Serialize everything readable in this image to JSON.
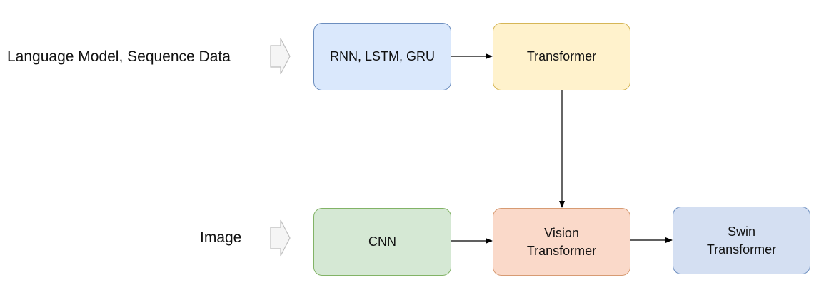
{
  "inputs": {
    "language": "Language Model, Sequence Data",
    "image": "Image"
  },
  "nodes": {
    "rnn": "RNN, LSTM, GRU",
    "transformer": "Transformer",
    "cnn": "CNN",
    "vit": "Vision\nTransformer",
    "swin": "Swin\nTransformer"
  },
  "edges": [
    {
      "from": "rnn",
      "to": "transformer"
    },
    {
      "from": "transformer",
      "to": "vit"
    },
    {
      "from": "cnn",
      "to": "vit"
    },
    {
      "from": "vit",
      "to": "swin"
    }
  ],
  "colors": {
    "rnn_fill": "#dae8fc",
    "transformer_fill": "#fff2cc",
    "cnn_fill": "#d5e8d4",
    "vit_fill": "#fad9c9",
    "swin_fill": "#d4dff2",
    "input_arrow_fill": "#f5f5f5",
    "input_arrow_stroke": "#bdbdbd",
    "edge": "#000000"
  }
}
